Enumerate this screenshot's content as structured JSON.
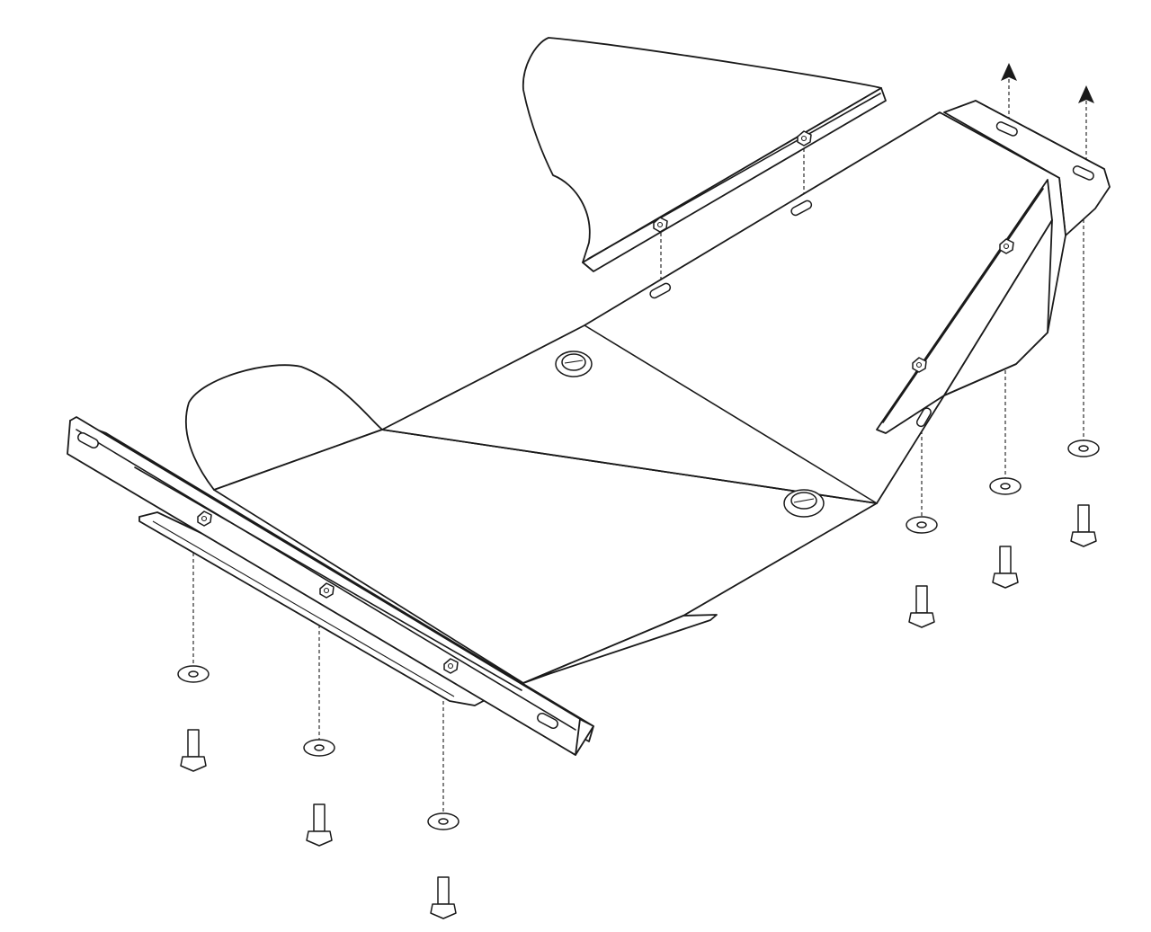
{
  "diagram": {
    "style": "black line-art exploded assembly drawing on white background",
    "stroke_color": "#1a1a1a",
    "background_color": "#ffffff",
    "components": [
      "skid-plate",
      "upper-side-panel",
      "front-mounting-bracket",
      "front-under-flange",
      "right-gusset-bracket",
      "drain-access-plug",
      "bolt",
      "flat-washer",
      "captive-nut"
    ],
    "fastener_stacks": {
      "front_bracket_count": 3,
      "rear_right_count": 3,
      "upward_arrows": 2
    }
  }
}
